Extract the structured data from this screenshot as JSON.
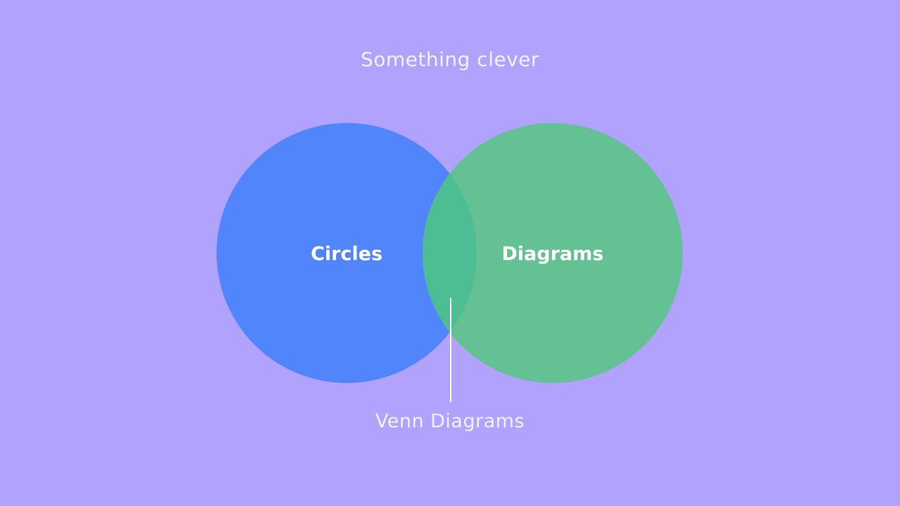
{
  "title": "Something clever",
  "colors": {
    "background": "#b1a2fd",
    "set_a": "#5085fb",
    "set_b": "#64c194",
    "overlap": "#4dbd93",
    "text": "#ffffff"
  },
  "sets": [
    {
      "label": "Circles"
    },
    {
      "label": "Diagrams"
    }
  ],
  "intersection": {
    "label": "Venn Diagrams"
  }
}
